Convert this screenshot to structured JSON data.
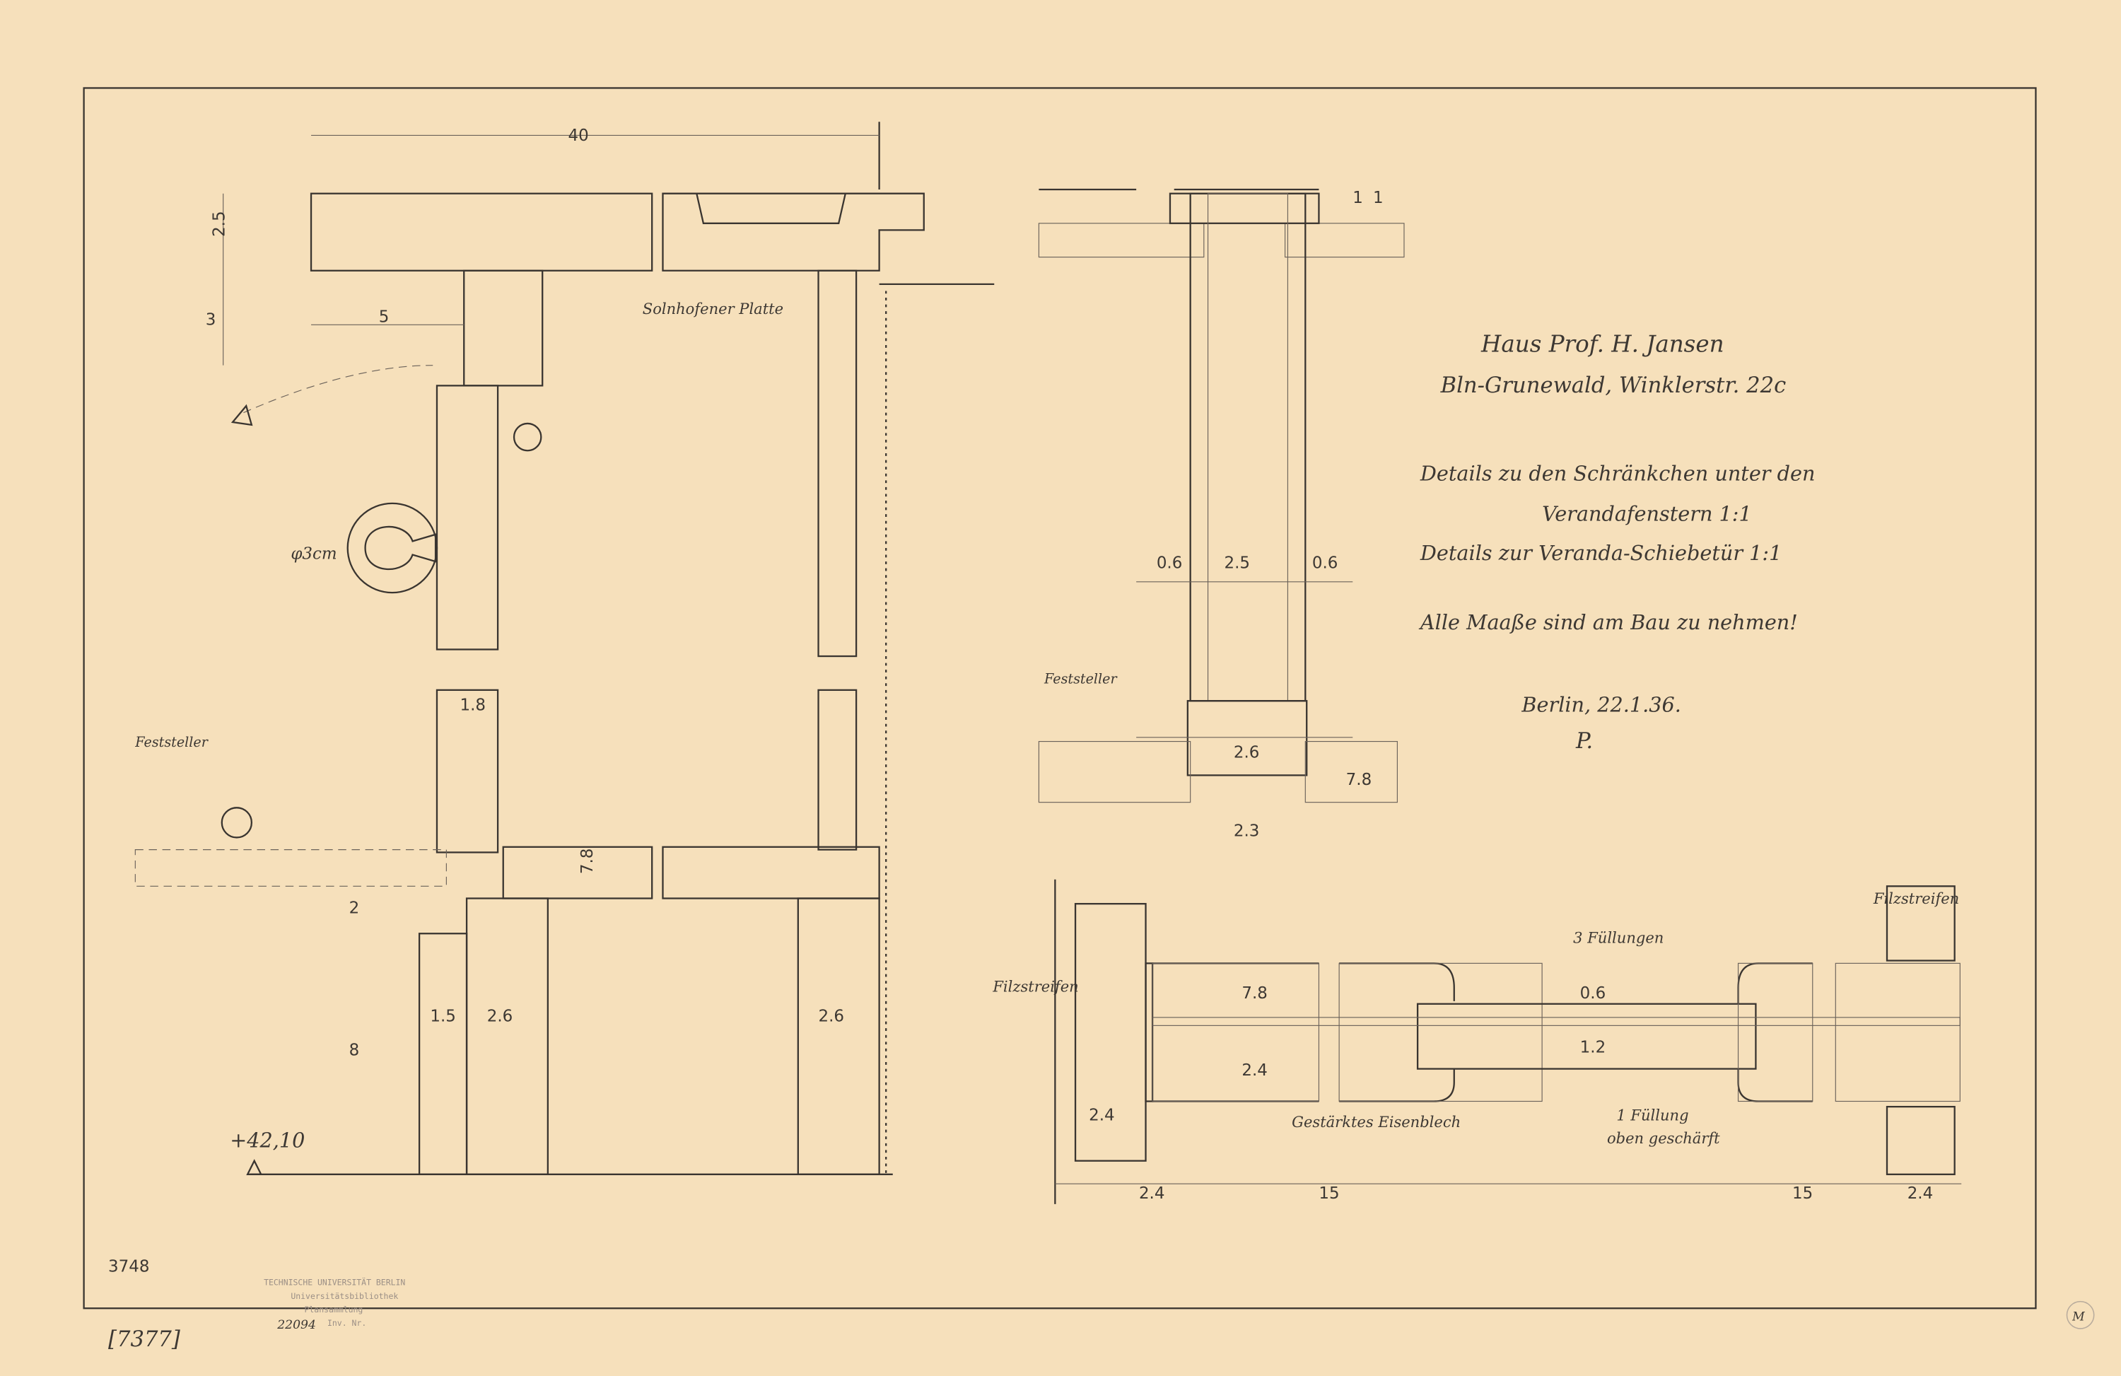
{
  "title_block": {
    "project": "Haus Prof. H. Jansen",
    "address": "Bln-Grunewald, Winklerstr. 22c",
    "detail_1": "Details zu den Schränkchen unter den",
    "detail_1b": "Verandafenstern 1:1",
    "detail_2": "Details zur Veranda-Schiebetür 1:1",
    "note": "Alle Maaße sind am Bau zu nehmen!",
    "date": "Berlin, 22.1.36.",
    "initial": "P."
  },
  "sheet_number": "3748",
  "archive_number": "[7377]",
  "stamp": {
    "line1": "TECHNISCHE UNIVERSITÄT BERLIN",
    "line2": "Universitätsbibliothek",
    "line3": "Plansammlung",
    "inv_label": "Inv. Nr.",
    "inv_number": "22094"
  },
  "left_detail": {
    "plate_label": "Solnhofener Platte",
    "stopper_label": "Feststeller",
    "knob_label": "φ3cm",
    "level": "+42,10",
    "dims": {
      "width_40": "40",
      "h25": "2.5",
      "h3": "3",
      "w5": "5",
      "d18": "1.8",
      "d78": "7.8",
      "d2": "2",
      "d8": "8",
      "d15": "1.5",
      "d26a": "2.6",
      "d26b": "2.6"
    }
  },
  "middle_detail": {
    "stopper_label": "Feststeller",
    "dims": {
      "t1": "1",
      "t2": "1",
      "a": "0.6",
      "b": "2.5",
      "c": "0.6",
      "d": "2.6",
      "e": "7.8",
      "f": "2.3"
    }
  },
  "bottom_detail": {
    "felt_left": "Filzstreifen",
    "felt_right": "Filzstreifen",
    "panels_label": "3 Füllungen",
    "sheet_label": "Gestärktes Eisenblech",
    "panel_note_1": "1 Füllung",
    "panel_note_2": "oben geschärft",
    "dims": {
      "a": "7.8",
      "b": "2.4",
      "c": "0.6",
      "d": "1.2",
      "e": "2.4",
      "f": "2.4",
      "g": "15",
      "h": "15",
      "i": "2.4"
    }
  },
  "corner_mark": "M"
}
